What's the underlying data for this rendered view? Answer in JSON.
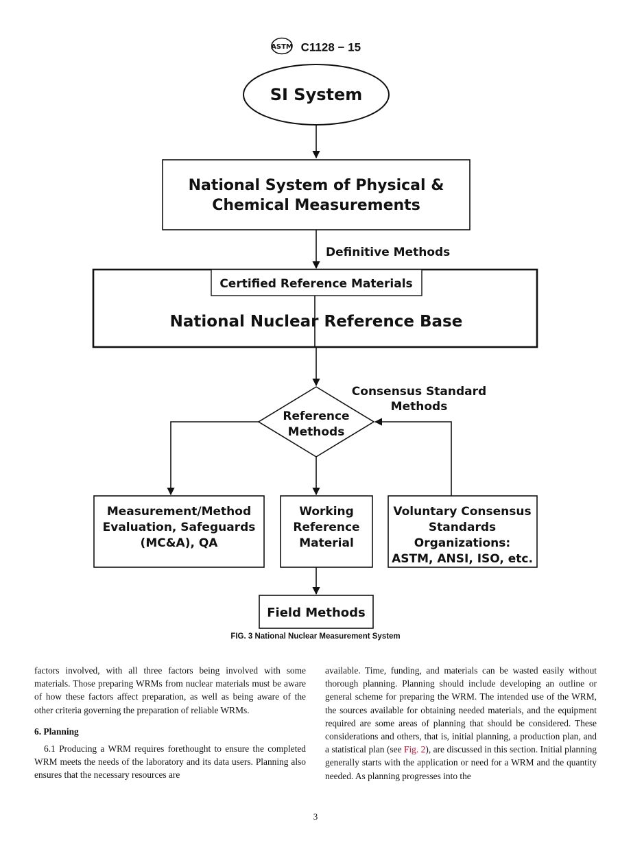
{
  "header": {
    "standard_code": "C1128 − 15",
    "logo_text": "ASTM"
  },
  "figure": {
    "nodes": {
      "si_system": "SI System",
      "national_system_line1": "National System of Physical &",
      "national_system_line2": "Chemical Measurements",
      "definitive_methods": "Definitive Methods",
      "certified_reference_materials": "Certified Reference Materials",
      "national_nuclear_reference_base": "National Nuclear Reference Base",
      "consensus_line1": "Consensus Standard",
      "consensus_line2": "Methods",
      "reference_methods_line1": "Reference",
      "reference_methods_line2": "Methods",
      "measurement_line1": "Measurement/Method",
      "measurement_line2": "Evaluation, Safeguards",
      "measurement_line3": "(MC&A), QA",
      "working_line1": "Working",
      "working_line2": "Reference",
      "working_line3": "Material",
      "voluntary_line1": "Voluntary Consensus",
      "voluntary_line2": "Standards",
      "voluntary_line3": "Organizations:",
      "voluntary_line4": "ASTM, ANSI, ISO, etc.",
      "field_methods": "Field Methods"
    },
    "caption": "FIG. 3 National Nuclear Measurement System"
  },
  "body": {
    "left_para1": "factors involved, with all three factors being involved with some materials. Those preparing WRMs from nuclear materials must be aware of how these factors affect preparation, as well as being aware of the other criteria governing the preparation of reliable WRMs.",
    "section_heading": "6. Planning",
    "left_para2": "6.1 Producing a WRM requires forethought to ensure the completed WRM meets the needs of the laboratory and its data users. Planning also ensures that the necessary resources are",
    "right_para_a": "available. Time, funding, and materials can be wasted easily without thorough planning. Planning should include developing an outline or general scheme for preparing the WRM. The intended use of the WRM, the sources available for obtaining needed materials, and the equipment required are some areas of planning that should be considered. These considerations and others, that is, initial planning, a production plan, and a statistical plan (see ",
    "right_link": "Fig. 2",
    "right_para_b": "), are discussed in this section. Initial planning generally starts with the application or need for a WRM and the quantity needed. As planning progresses into the"
  },
  "footer": {
    "page_number": "3"
  }
}
